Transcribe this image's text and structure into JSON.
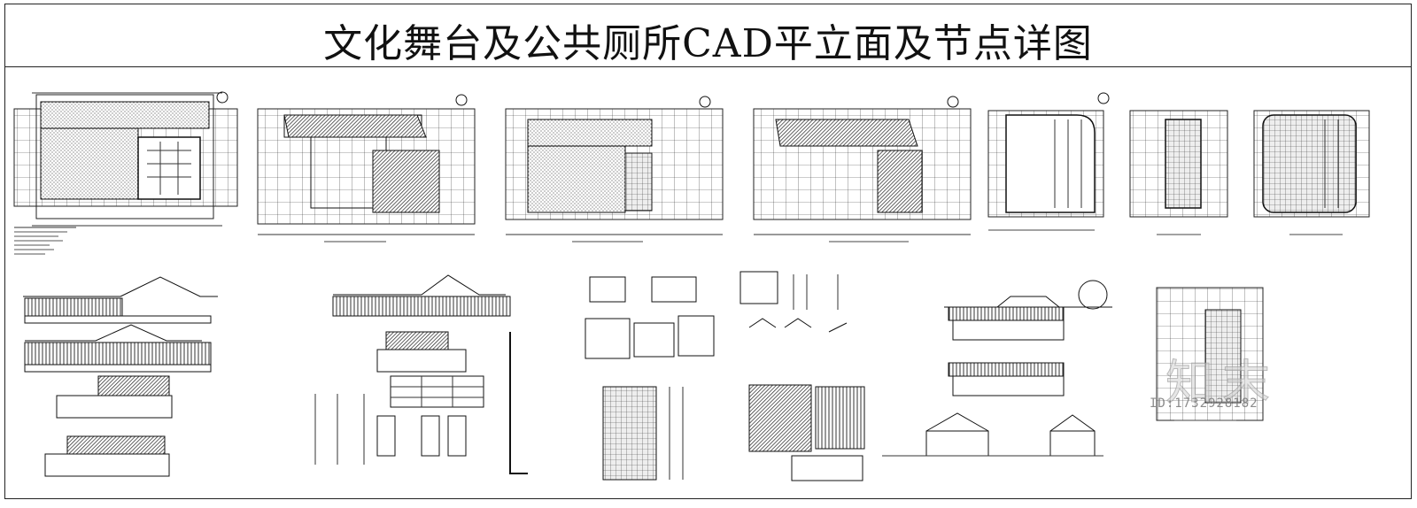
{
  "title": "文化舞台及公共厕所CAD平立面及节点详图",
  "watermark": {
    "logo_text": "知末",
    "id_text": "ID:1732928182"
  },
  "drawing_groups": [
    {
      "name": "floor-plan-1",
      "kind": "plan"
    },
    {
      "name": "roof-plan-1",
      "kind": "plan"
    },
    {
      "name": "floor-plan-2",
      "kind": "plan"
    },
    {
      "name": "roof-plan-2",
      "kind": "plan"
    },
    {
      "name": "toilet-plan-1",
      "kind": "plan"
    },
    {
      "name": "toilet-plan-2",
      "kind": "plan"
    },
    {
      "name": "toilet-plan-3",
      "kind": "plan"
    },
    {
      "name": "elevations-1",
      "kind": "elevation"
    },
    {
      "name": "elevations-2",
      "kind": "elevation"
    },
    {
      "name": "node-details-1",
      "kind": "detail"
    },
    {
      "name": "node-details-2",
      "kind": "detail"
    },
    {
      "name": "stage-elevations",
      "kind": "elevation"
    },
    {
      "name": "toilet-elevation-small",
      "kind": "plan"
    }
  ]
}
